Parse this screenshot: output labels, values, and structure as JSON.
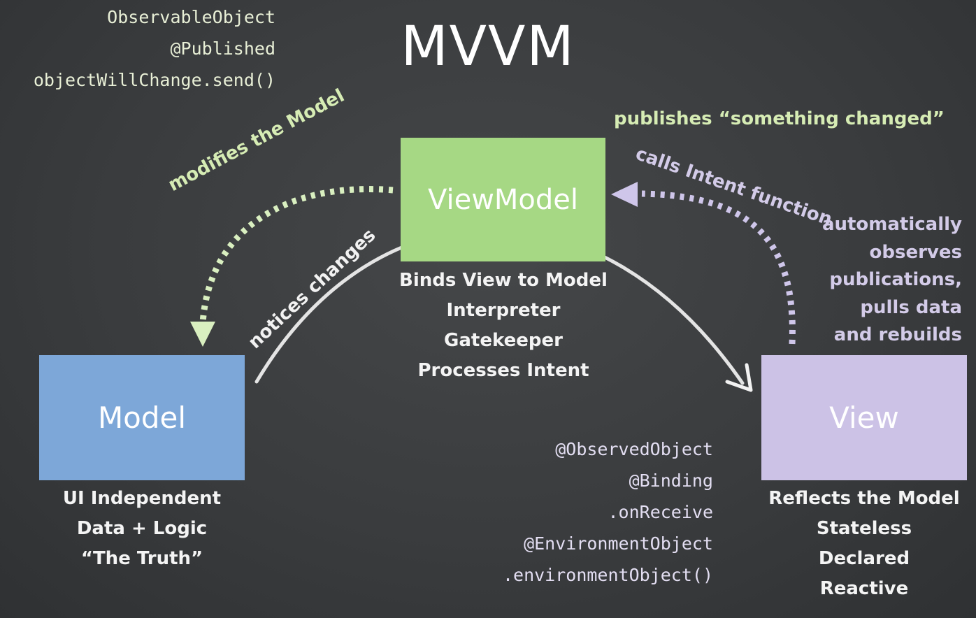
{
  "title": "MVVM",
  "top_code": [
    "ObservableObject",
    "@Published",
    "objectWillChange.send()"
  ],
  "view_code": [
    "@ObservedObject",
    "@Binding",
    ".onReceive",
    "@EnvironmentObject",
    ".environmentObject()"
  ],
  "boxes": {
    "viewmodel": {
      "label": "ViewModel",
      "color": "#a6d884",
      "description": [
        "Binds View to Model",
        "Interpreter",
        "Gatekeeper",
        "Processes Intent"
      ]
    },
    "model": {
      "label": "Model",
      "color": "#7da7d8",
      "description": [
        "UI Independent",
        "Data + Logic",
        "“The Truth”"
      ]
    },
    "view": {
      "label": "View",
      "color": "#ccc2e6",
      "description": [
        "Reflects the Model",
        "Stateless",
        "Declared",
        "Reactive"
      ]
    }
  },
  "edge_labels": {
    "modifies": "modifies the Model",
    "notices": "notices changes",
    "calls": "calls Intent function",
    "publishes": "publishes “something changed”",
    "observes": [
      "automatically",
      "observes",
      "publications,",
      "pulls data",
      "and rebuilds"
    ]
  },
  "colors": {
    "chalk": "#f2f2f2",
    "modifies_arrow": "#d9efc0",
    "calls_arrow": "#cfc6ea"
  }
}
